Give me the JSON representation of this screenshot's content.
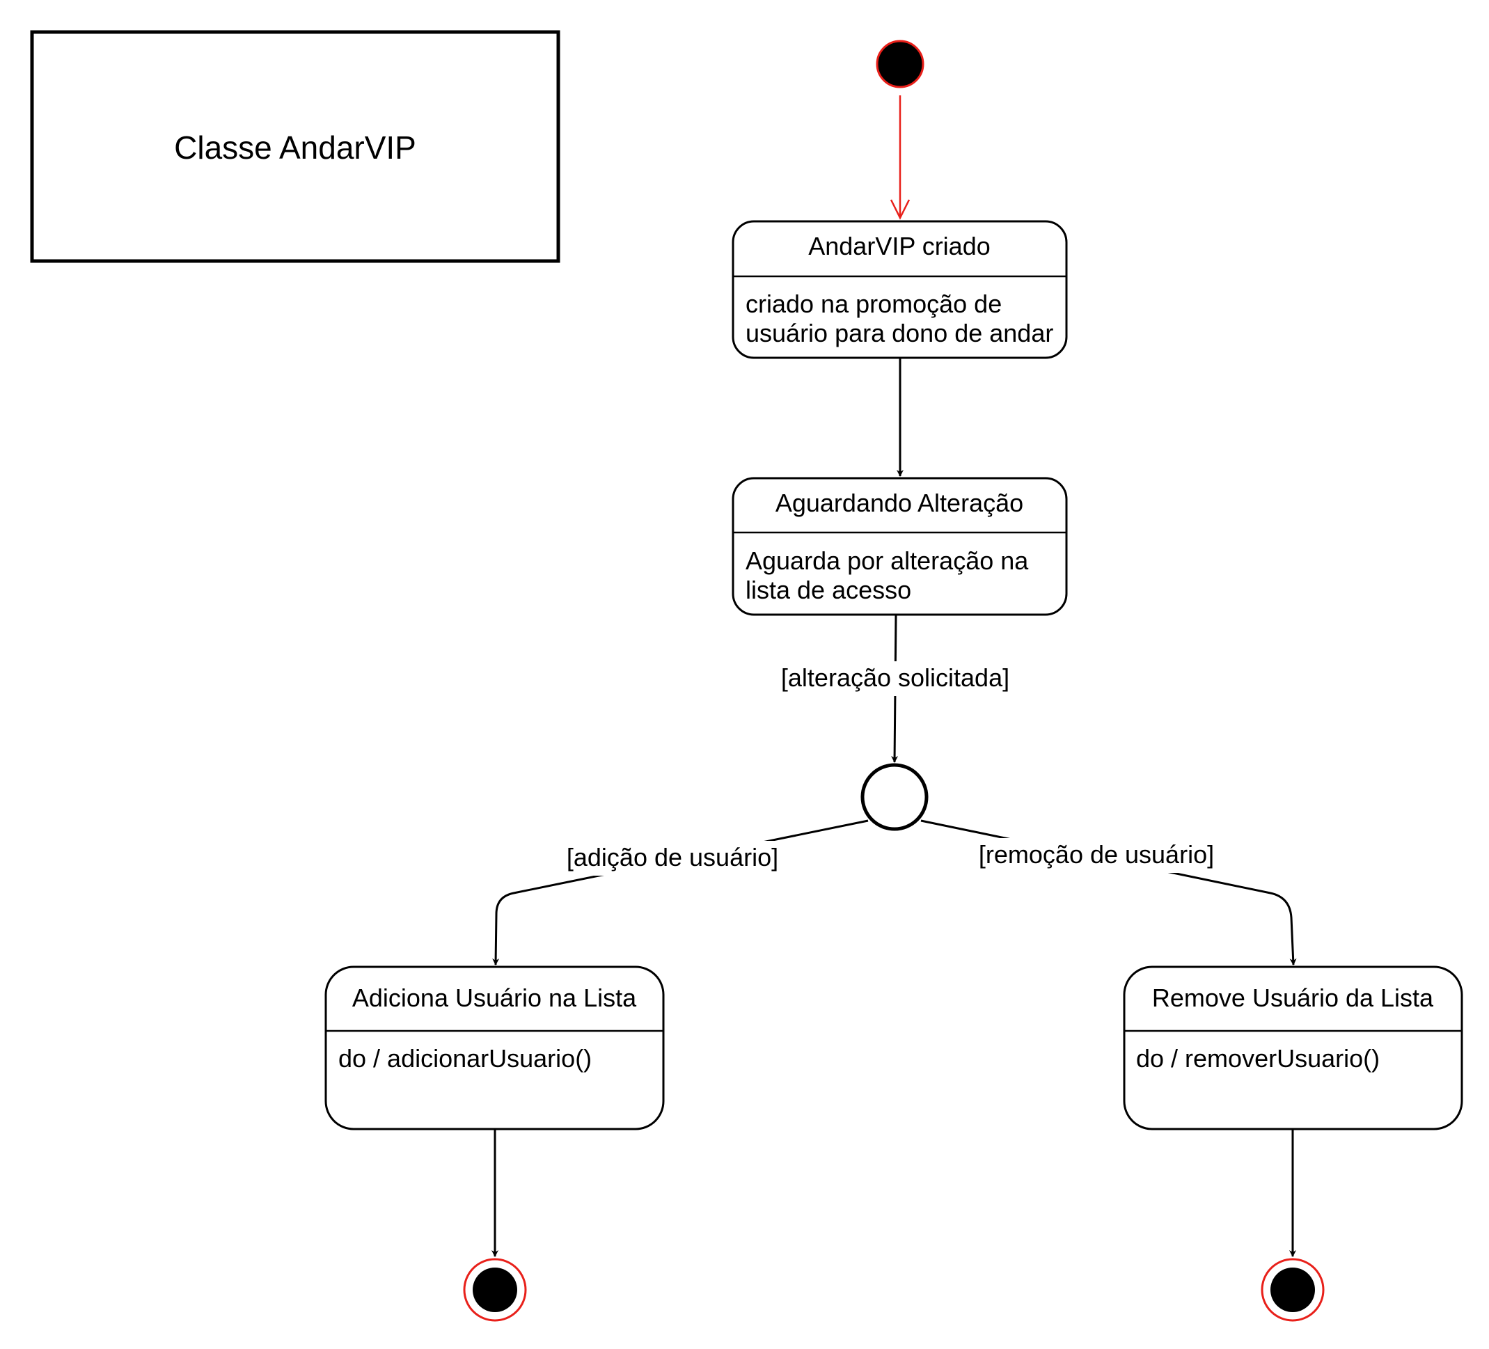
{
  "title_box": {
    "label": "Classe AndarVIP"
  },
  "states": {
    "created": {
      "name": "AndarVIP criado",
      "body": [
        "criado na promoção de",
        "usuário para dono de andar"
      ]
    },
    "waiting": {
      "name": "Aguardando Alteração",
      "body": [
        "Aguarda por alteração na",
        "lista de acesso"
      ]
    },
    "add": {
      "name": "Adiciona Usuário na Lista",
      "body": [
        "do / adicionarUsuario()"
      ]
    },
    "remove": {
      "name": "Remove Usuário da Lista",
      "body": [
        "do / removerUsuario()"
      ]
    }
  },
  "transitions": {
    "requested": "[alteração solicitada]",
    "add_guard": "[adição de usuário]",
    "remove_guard": "[remoção de usuário]"
  },
  "colors": {
    "initial_fill": "#000000",
    "initial_stroke": "#e8201a",
    "final_ring": "#e8201a",
    "stroke": "#000000"
  }
}
